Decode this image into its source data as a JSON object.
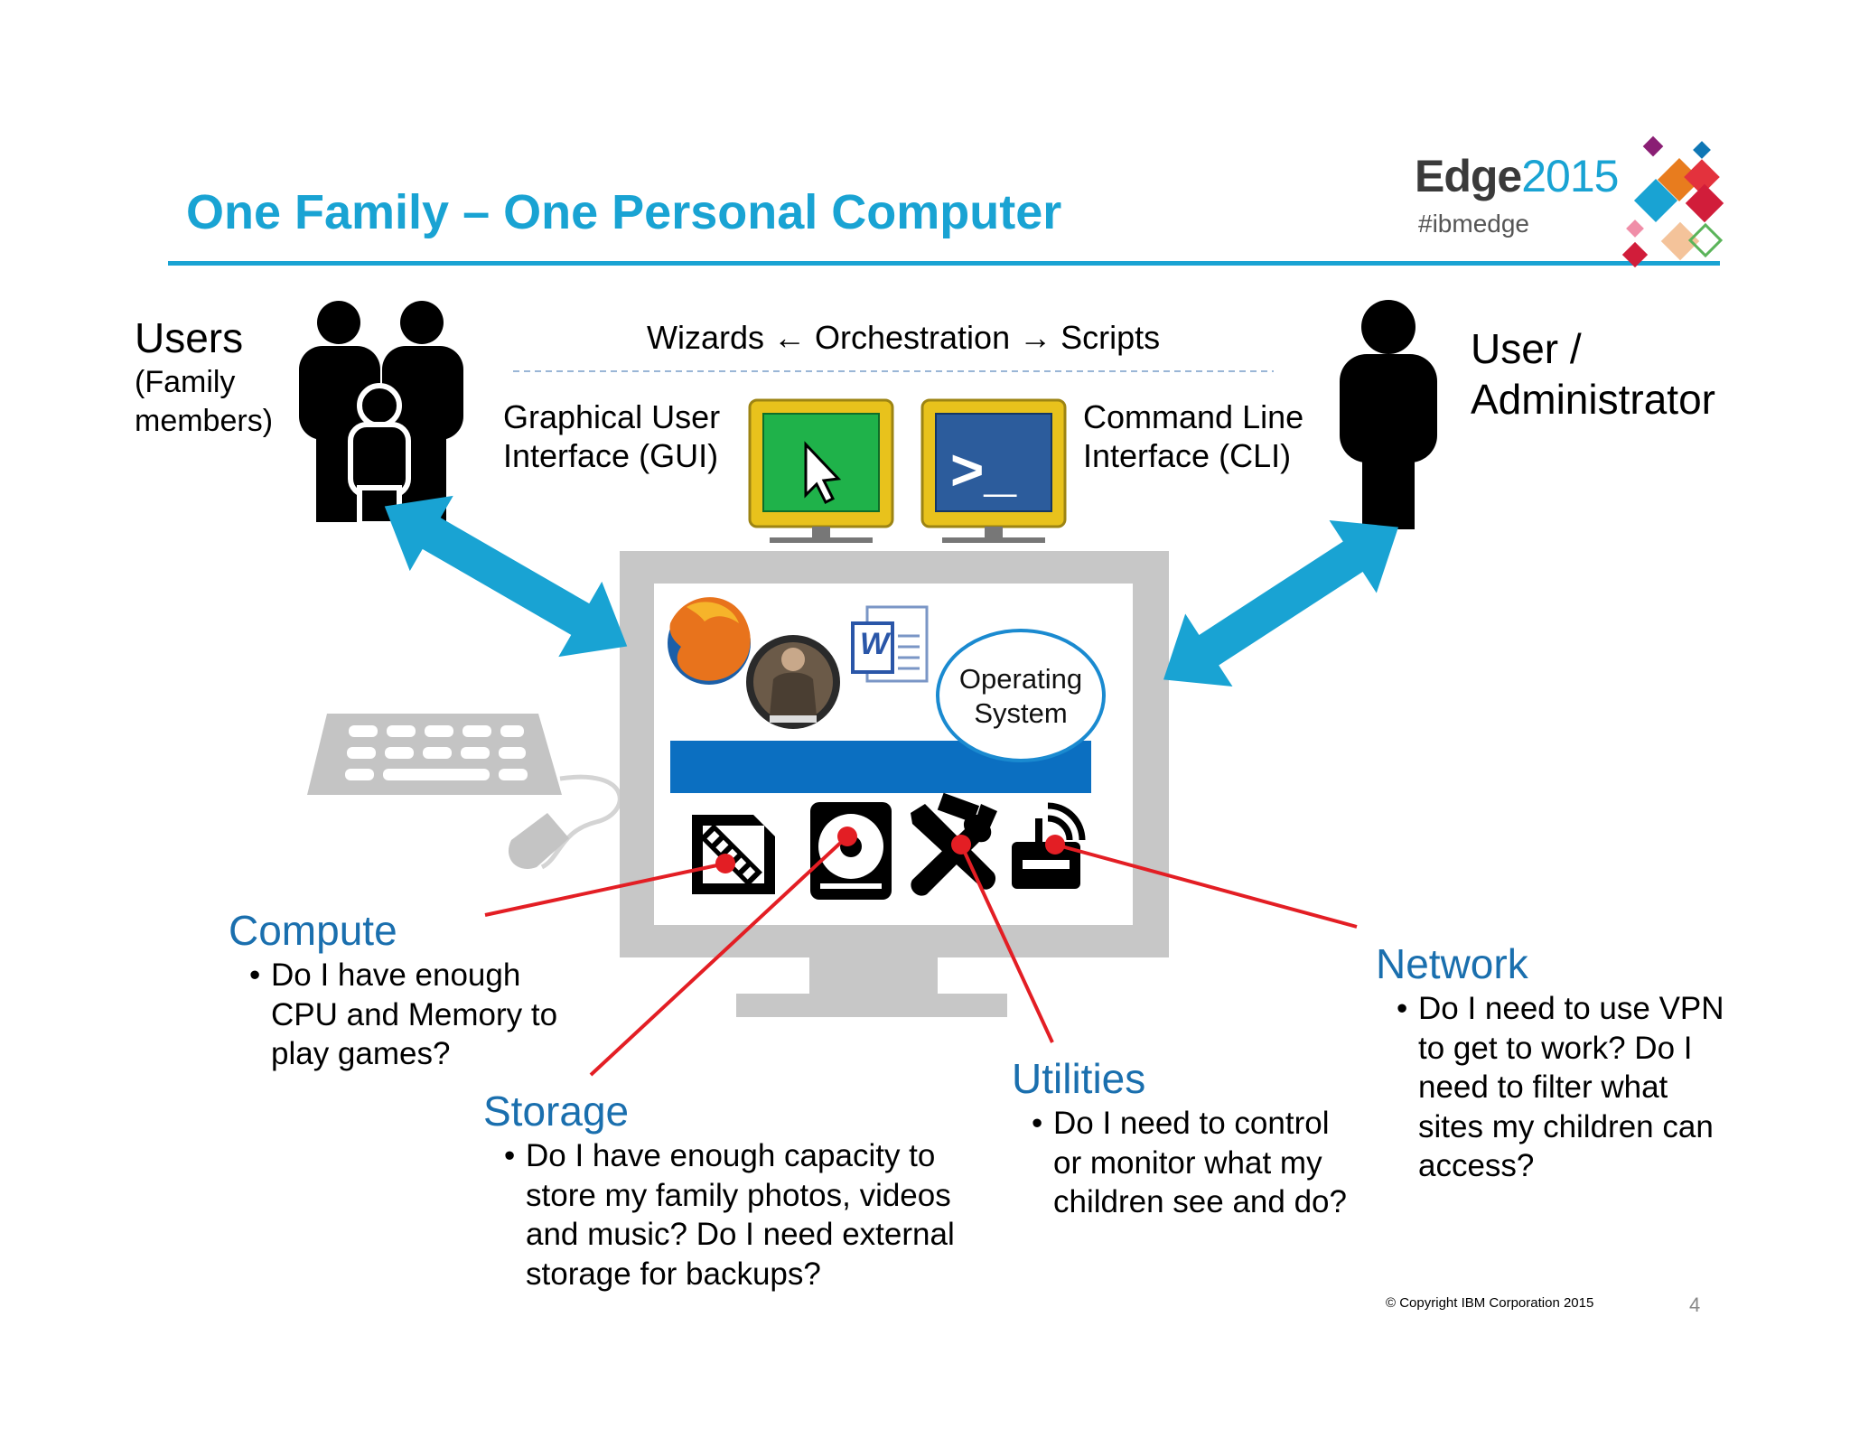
{
  "title": "One Family – One Personal Computer",
  "logo": {
    "brand": "Edge",
    "year": "2015",
    "tag": "#ibmedge"
  },
  "users": {
    "heading": "Users",
    "sub": "(Family members)"
  },
  "admin": {
    "heading": "User / Administrator"
  },
  "top_flow": "Wizards ← Orchestration → Scripts",
  "gui_label": "Graphical User Interface (GUI)",
  "cli_label": "Command Line Interface (CLI)",
  "cli_prompt": ">_",
  "os_label": "Operating System",
  "compute": {
    "heading": "Compute",
    "text": "Do I have enough CPU and Memory to play games?"
  },
  "storage": {
    "heading": "Storage",
    "text": "Do I have enough capacity to store my family photos, videos and music?  Do I need external storage for backups?"
  },
  "utilities": {
    "heading": "Utilities",
    "text": "Do I need to control or monitor what my children see and do?"
  },
  "network": {
    "heading": "Network",
    "text": "Do I need to use VPN to get to work?  Do I need to filter what sites my children can access?"
  },
  "copyright": "© Copyright IBM Corporation 2015",
  "page_number": "4",
  "colors": {
    "accent": "#19a3d3",
    "heading_blue": "#1a6fae",
    "connector_red": "#e31e24",
    "monitor_gray": "#c7c7c7",
    "os_bar": "#0b6fc1"
  },
  "icons": [
    "family-icon",
    "administrator-icon",
    "gui-monitor-icon",
    "cli-monitor-icon",
    "firefox-icon",
    "game-icon",
    "word-icon",
    "memory-chip-icon",
    "hard-disk-icon",
    "tools-icon",
    "network-router-icon",
    "keyboard-icon",
    "mouse-icon"
  ]
}
